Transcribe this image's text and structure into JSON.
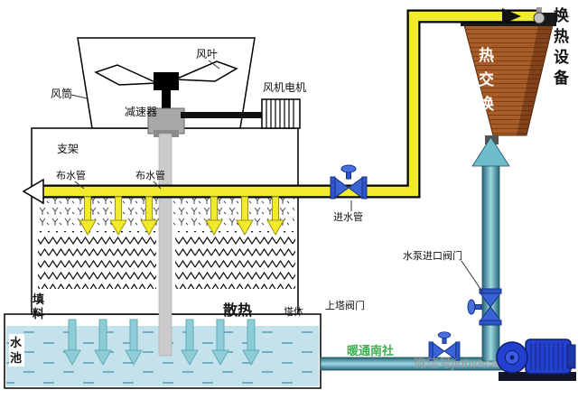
{
  "diagram": {
    "labels": {
      "fan_blade": "风叶",
      "fan_duct": "风筒",
      "fan_motor": "风机电机",
      "reducer": "减速器",
      "support": "支架",
      "dist_pipe_1": "布水管",
      "dist_pipe_2": "布水管",
      "inlet_pipe": "进水管",
      "hx_device": "换热设备",
      "hx": "热交换",
      "pump_inlet_valve": "水泵进口阀门",
      "up_tower_valve": "上塔阀门",
      "filler": "填料",
      "heat_dissipation": "散热",
      "tower_body": "塔体",
      "pool": "水池"
    },
    "watermarks": {
      "green": "暖通南社",
      "gray": "微信号jinhvaca"
    },
    "colors": {
      "hot_pipe": "#f2ea2c",
      "cold_pipe": "#7fc8d6",
      "heat_exchanger": "#a85c28",
      "pump": "#2340d0",
      "valve": "#2d55cc",
      "pool_water": "#c4e2ec",
      "watermark_green": "#3cb04e"
    }
  }
}
